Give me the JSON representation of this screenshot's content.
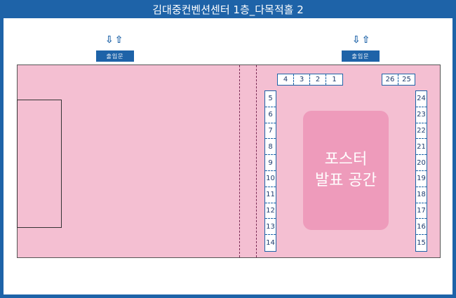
{
  "title": "김대중컨벤션센터 1층_다목적홀 2",
  "entrance": {
    "label": "출입문",
    "arrows": [
      "⇩",
      "⇧"
    ]
  },
  "booths": {
    "top_left": [
      "4",
      "3",
      "2",
      "1"
    ],
    "top_right": [
      "26",
      "25"
    ],
    "left_column": [
      "5",
      "6",
      "7",
      "8",
      "9",
      "10",
      "11",
      "12",
      "13",
      "14"
    ],
    "right_column": [
      "24",
      "23",
      "22",
      "21",
      "20",
      "19",
      "18",
      "17",
      "16",
      "15"
    ]
  },
  "poster_area": {
    "line1": "포스터",
    "line2": "발표 공간"
  },
  "colors": {
    "brand_blue": "#1e63a8",
    "hall_pink": "#f4bfd2",
    "poster_pink": "#ee9bbb"
  }
}
